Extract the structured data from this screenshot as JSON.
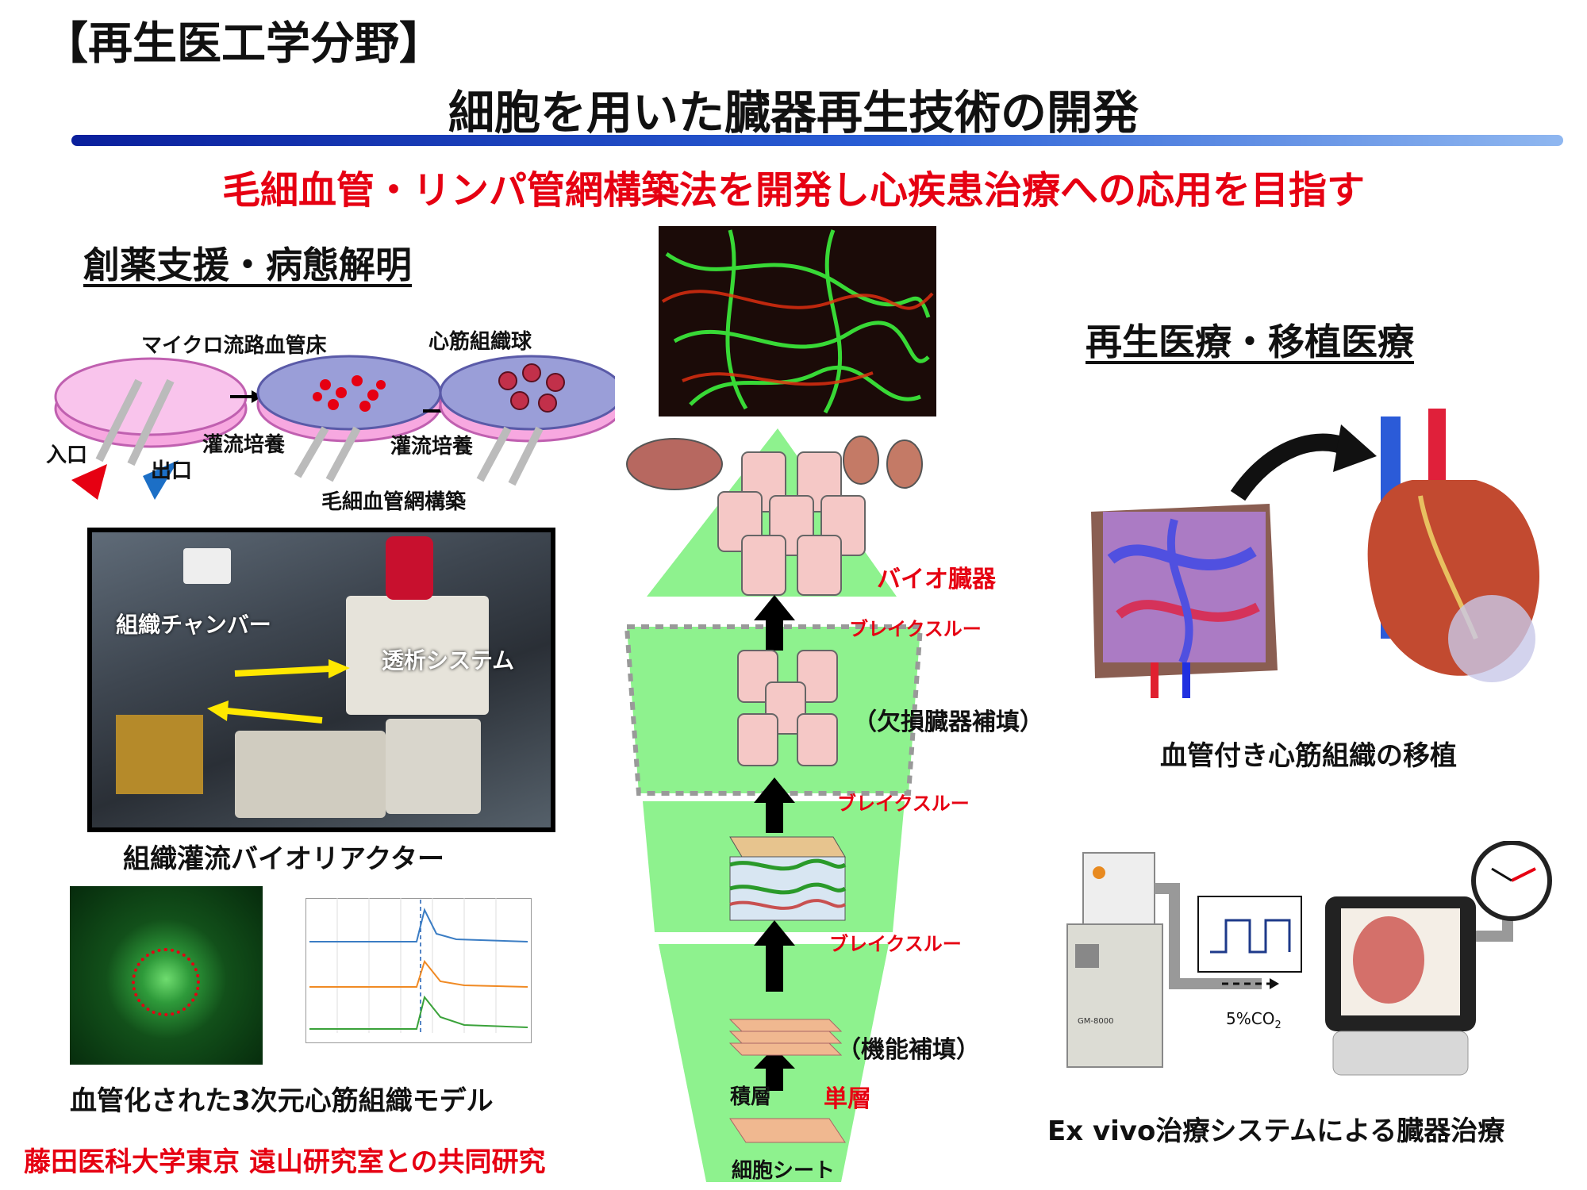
{
  "header": {
    "category": "【再生医工学分野】",
    "title": "細胞を用いた臓器再生技術の開発",
    "subtitle": "毛細血管・リンパ管網構築法を開発し心疾患治療への応用を目指す"
  },
  "left": {
    "heading": "創薬支援・病態解明",
    "micro": {
      "bed_label": "マイクロ流路血管床",
      "spheroid_label": "心筋組織球",
      "step1": "灌流培養",
      "step2": "灌流培養",
      "inlet": "入口",
      "outlet": "出口",
      "network": "毛細血管網構築"
    },
    "photo": {
      "chamber": "組織チャンバー",
      "dialysis": "透析システム"
    },
    "bioreactor_caption": "組織灌流バイオリアクター",
    "model_caption": "血管化された3次元心筋組織モデル",
    "collab": "藤田医科大学東京 遠山研究室との共同研究"
  },
  "center": {
    "bio_organ": "バイオ臓器",
    "breakthrough1": "ブレイクスルー",
    "breakthrough2": "ブレイクスルー",
    "breakthrough3": "ブレイクスルー",
    "defect": "（欠損臓器補填）",
    "function": "（機能補填）",
    "stack": "積層",
    "single": "単層",
    "cell_sheet": "細胞シート"
  },
  "right": {
    "heading": "再生医療・移植医療",
    "transplant_caption": "血管付き心筋組織の移植",
    "co2": "5%CO",
    "co2_sub": "2",
    "exvivo_caption": "Ex vivo治療システムによる臓器治療",
    "device_model": "GM-8000"
  },
  "colors": {
    "accent_red": "#e60012",
    "pyramid_green": "#8ef28e",
    "rule_blue": "#0a1f9c"
  }
}
